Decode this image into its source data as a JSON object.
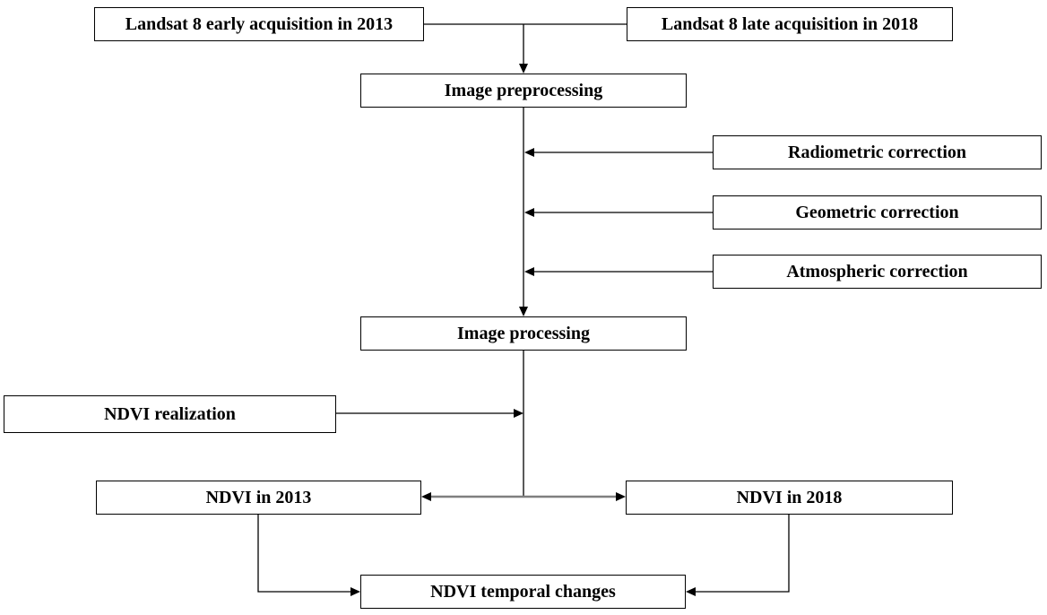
{
  "diagram": {
    "type": "flowchart",
    "subject": "Landsat 8 NDVI temporal change workflow",
    "colors": {
      "background": "#ffffff",
      "box_fill": "#ffffff",
      "box_border": "#000000",
      "text": "#000000",
      "connector": "#000000",
      "bidirectional_connector": "#7f7f7f"
    },
    "nodes": {
      "landsat_2013": {
        "label": "Landsat 8 early acquisition in 2013"
      },
      "landsat_2018": {
        "label": "Landsat 8 late acquisition in 2018"
      },
      "image_preprocessing": {
        "label": "Image preprocessing"
      },
      "radiometric_correction": {
        "label": "Radiometric correction"
      },
      "geometric_correction": {
        "label": "Geometric correction"
      },
      "atmospheric_correction": {
        "label": "Atmospheric correction"
      },
      "image_processing": {
        "label": "Image processing"
      },
      "ndvi_realization": {
        "label": "NDVI realization"
      },
      "ndvi_2013": {
        "label": "NDVI in 2013"
      },
      "ndvi_2018": {
        "label": "NDVI in 2018"
      },
      "ndvi_temporal_changes": {
        "label": "NDVI temporal changes"
      }
    },
    "edges": [
      {
        "from": "landsat_2013",
        "to": "image_preprocessing",
        "style": "black-thin",
        "arrowheads": "end"
      },
      {
        "from": "landsat_2018",
        "to": "image_preprocessing",
        "style": "black-thin",
        "arrowheads": "end"
      },
      {
        "from": "radiometric_correction",
        "to": "preprocessing-flow-line",
        "style": "black-thin",
        "arrowheads": "end"
      },
      {
        "from": "geometric_correction",
        "to": "preprocessing-flow-line",
        "style": "black-thin",
        "arrowheads": "end"
      },
      {
        "from": "atmospheric_correction",
        "to": "preprocessing-flow-line",
        "style": "black-thin",
        "arrowheads": "end"
      },
      {
        "from": "image_preprocessing",
        "to": "image_processing",
        "style": "black-thin",
        "arrowheads": "end"
      },
      {
        "from": "ndvi_realization",
        "to": "processing-flow-line",
        "style": "black-thin",
        "arrowheads": "end"
      },
      {
        "from": "ndvi_2013",
        "to": "ndvi_2018",
        "style": "gray-thick",
        "arrowheads": "both"
      },
      {
        "from": "ndvi_2013",
        "to": "ndvi_temporal_changes",
        "style": "black-thin",
        "arrowheads": "end"
      },
      {
        "from": "ndvi_2018",
        "to": "ndvi_temporal_changes",
        "style": "black-thin",
        "arrowheads": "end"
      }
    ]
  }
}
